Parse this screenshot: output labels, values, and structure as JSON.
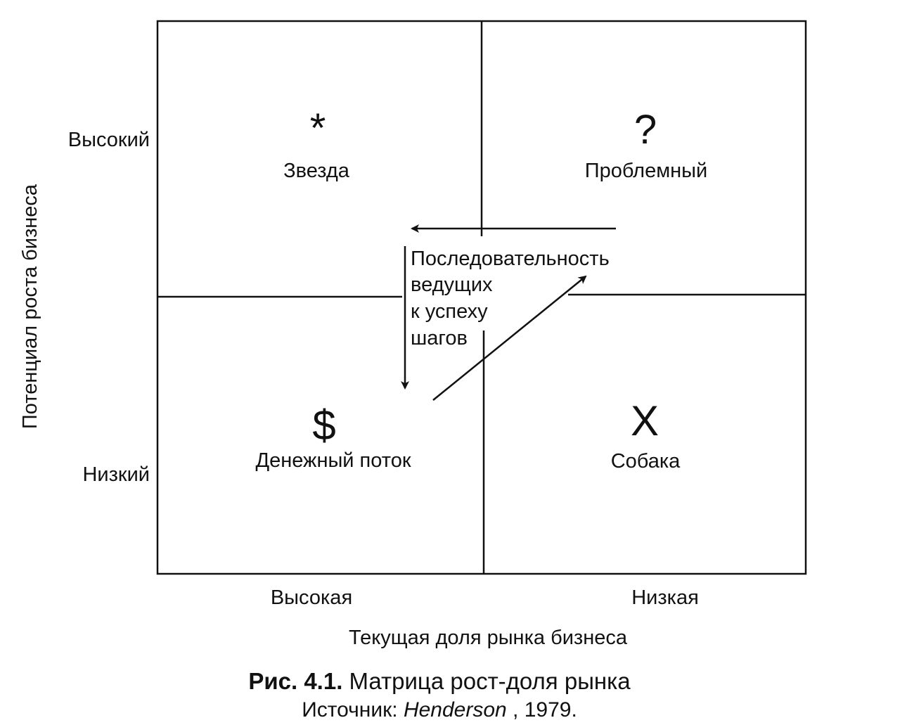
{
  "y_axis": {
    "title": "Потенциал роста бизнеса",
    "high": "Высокий",
    "low": "Низкий"
  },
  "x_axis": {
    "title": "Текущая доля рынка бизнеса",
    "high": "Высокая",
    "low": "Низкая"
  },
  "quadrants": {
    "star": {
      "symbol": "*",
      "label": "Звезда"
    },
    "question": {
      "symbol": "?",
      "label": "Проблемный"
    },
    "cash": {
      "symbol": "$",
      "label": "Денежный поток"
    },
    "dog": {
      "symbol": "X",
      "label": "Собака"
    }
  },
  "sequence_label": {
    "line1": "Последовательность",
    "line2": "ведущих",
    "line3": "к успеху",
    "line4": "шагов"
  },
  "caption": {
    "figure": "Рис. 4.1.",
    "title": "Матрица рост-доля рынка",
    "source_prefix": "Источник: ",
    "source_author": "Henderson",
    "source_year": ", 1979."
  },
  "colors": {
    "ink": "#111111",
    "background": "#ffffff"
  }
}
